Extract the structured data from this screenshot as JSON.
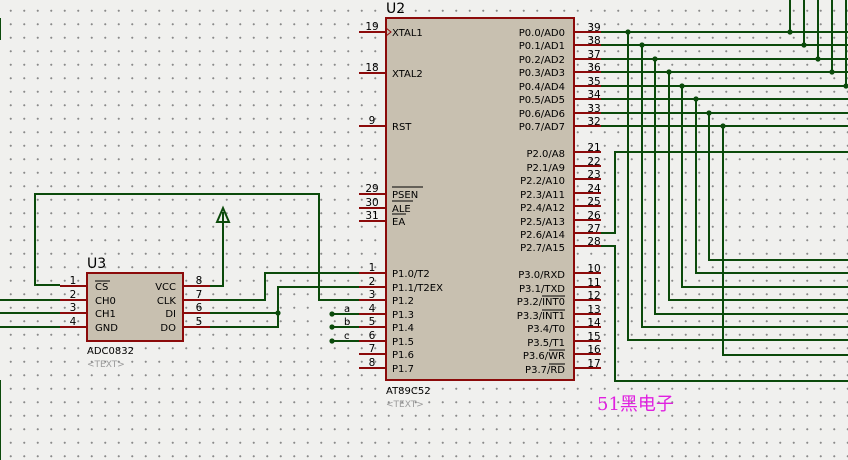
{
  "u2": {
    "ref": "U2",
    "part": "AT89C52",
    "text": "<TEXT>",
    "left_pins": [
      {
        "num": "19",
        "name": "XTAL1"
      },
      {
        "num": "18",
        "name": "XTAL2"
      },
      {
        "num": "9",
        "name": "RST"
      },
      {
        "num": "29",
        "name": "PSEN"
      },
      {
        "num": "30",
        "name": "ALE"
      },
      {
        "num": "31",
        "name": "EA"
      },
      {
        "num": "1",
        "name": "P1.0/T2"
      },
      {
        "num": "2",
        "name": "P1.1/T2EX"
      },
      {
        "num": "3",
        "name": "P1.2"
      },
      {
        "num": "4",
        "name": "P1.3"
      },
      {
        "num": "5",
        "name": "P1.4"
      },
      {
        "num": "6",
        "name": "P1.5"
      },
      {
        "num": "7",
        "name": "P1.6"
      },
      {
        "num": "8",
        "name": "P1.7"
      }
    ],
    "right_pins": [
      {
        "num": "39",
        "name": "P0.0/AD0"
      },
      {
        "num": "38",
        "name": "P0.1/AD1"
      },
      {
        "num": "37",
        "name": "P0.2/AD2"
      },
      {
        "num": "36",
        "name": "P0.3/AD3"
      },
      {
        "num": "35",
        "name": "P0.4/AD4"
      },
      {
        "num": "34",
        "name": "P0.5/AD5"
      },
      {
        "num": "33",
        "name": "P0.6/AD6"
      },
      {
        "num": "32",
        "name": "P0.7/AD7"
      },
      {
        "num": "21",
        "name": "P2.0/A8"
      },
      {
        "num": "22",
        "name": "P2.1/A9"
      },
      {
        "num": "23",
        "name": "P2.2/A10"
      },
      {
        "num": "24",
        "name": "P2.3/A11"
      },
      {
        "num": "25",
        "name": "P2.4/A12"
      },
      {
        "num": "26",
        "name": "P2.5/A13"
      },
      {
        "num": "27",
        "name": "P2.6/A14"
      },
      {
        "num": "28",
        "name": "P2.7/A15"
      },
      {
        "num": "10",
        "name": "P3.0/RXD"
      },
      {
        "num": "11",
        "name": "P3.1/TXD"
      },
      {
        "num": "12",
        "name": "P3.2/INT0"
      },
      {
        "num": "13",
        "name": "P3.3/INT1"
      },
      {
        "num": "14",
        "name": "P3.4/T0"
      },
      {
        "num": "15",
        "name": "P3.5/T1"
      },
      {
        "num": "16",
        "name": "P3.6/WR"
      },
      {
        "num": "17",
        "name": "P3.7/RD"
      }
    ]
  },
  "u3": {
    "ref": "U3",
    "part": "ADC0832",
    "text": "<TEXT>",
    "left_pins": [
      {
        "num": "1",
        "name": "CS"
      },
      {
        "num": "2",
        "name": "CH0"
      },
      {
        "num": "3",
        "name": "CH1"
      },
      {
        "num": "4",
        "name": "GND"
      }
    ],
    "right_pins": [
      {
        "num": "8",
        "name": "VCC"
      },
      {
        "num": "7",
        "name": "CLK"
      },
      {
        "num": "6",
        "name": "DI"
      },
      {
        "num": "5",
        "name": "DO"
      }
    ]
  },
  "net_labels": [
    "a",
    "b",
    "c"
  ],
  "watermark": "51黑电子"
}
